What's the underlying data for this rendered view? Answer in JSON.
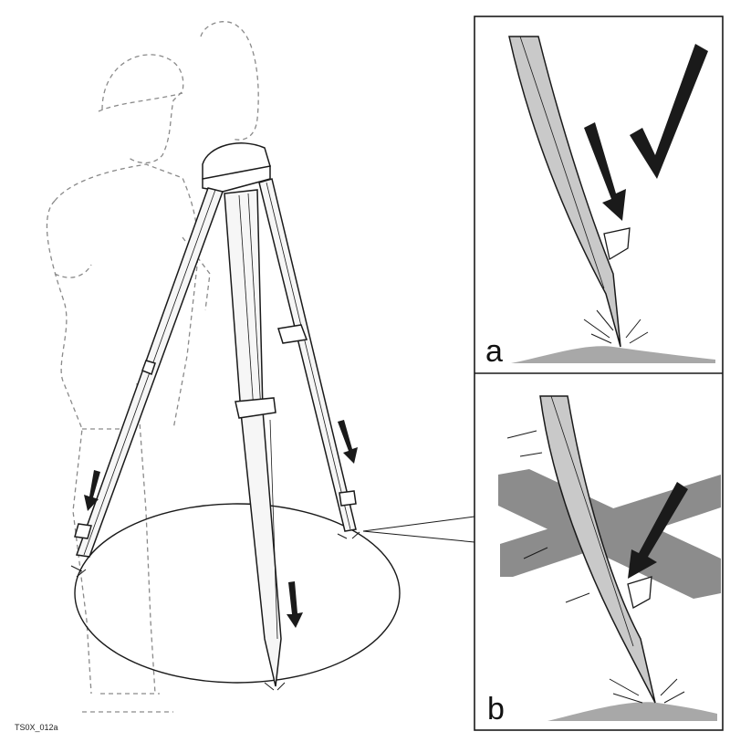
{
  "panels": {
    "a": {
      "label": "a",
      "status": "correct"
    },
    "b": {
      "label": "b",
      "status": "incorrect"
    }
  },
  "figure_code": "TS0X_012a",
  "colors": {
    "line": "#1a1a1a",
    "ghost": "#8a8a8a",
    "ground": "#a8a8a8",
    "cross": "#8c8c8c",
    "leg_shade": "#c9c9c9"
  },
  "icons": [
    "check-mark-icon",
    "cross-mark-icon",
    "down-arrow-icon"
  ]
}
